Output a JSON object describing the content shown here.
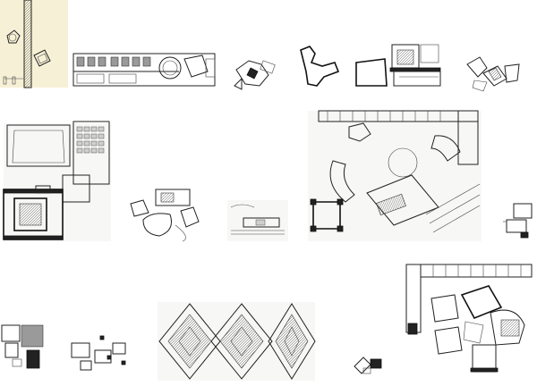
{
  "sheet": {
    "background": "#ffffff",
    "plans": [
      {
        "name": "plan-parchment-strip"
      },
      {
        "name": "plan-long-row"
      },
      {
        "name": "plan-star-cluster"
      },
      {
        "name": "plan-branching-outline"
      },
      {
        "name": "plan-wedge-block"
      },
      {
        "name": "plan-exploded-cluster"
      },
      {
        "name": "plan-courtyard-complex"
      },
      {
        "name": "plan-curved-satellite"
      },
      {
        "name": "plan-linear-site"
      },
      {
        "name": "plan-campus-masterplan"
      },
      {
        "name": "plan-small-right"
      },
      {
        "name": "plan-small-left"
      },
      {
        "name": "plan-scattered-squares"
      },
      {
        "name": "plan-diamond-triplet"
      },
      {
        "name": "plan-tiny-fragment"
      },
      {
        "name": "plan-large-complex"
      }
    ]
  }
}
